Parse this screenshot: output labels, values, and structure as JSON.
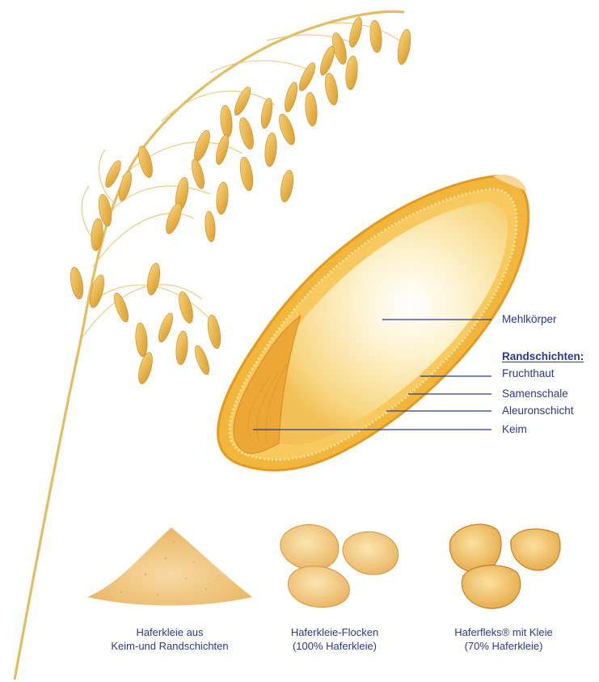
{
  "grain_labels": {
    "mehlkoerper": "Mehlkörper",
    "randschichten": "Randschichten:",
    "fruchthaut": "Fruchthaut",
    "samenschale": "Samenschale",
    "aleuronschicht": "Aleuronschicht",
    "keim": "Keim"
  },
  "products": [
    {
      "line1": "Haferkleie aus",
      "line2": "Keim-und Randschichten"
    },
    {
      "line1": "Haferkleie-Flocken",
      "line2": "(100% Haferkleie)"
    },
    {
      "line1": "Haferfleks® mit Kleie",
      "line2": "(70% Haferkleie)"
    }
  ],
  "colors": {
    "label": "#2a3a8c",
    "grain": "#f0b13a",
    "stem": "#e8c46a"
  }
}
